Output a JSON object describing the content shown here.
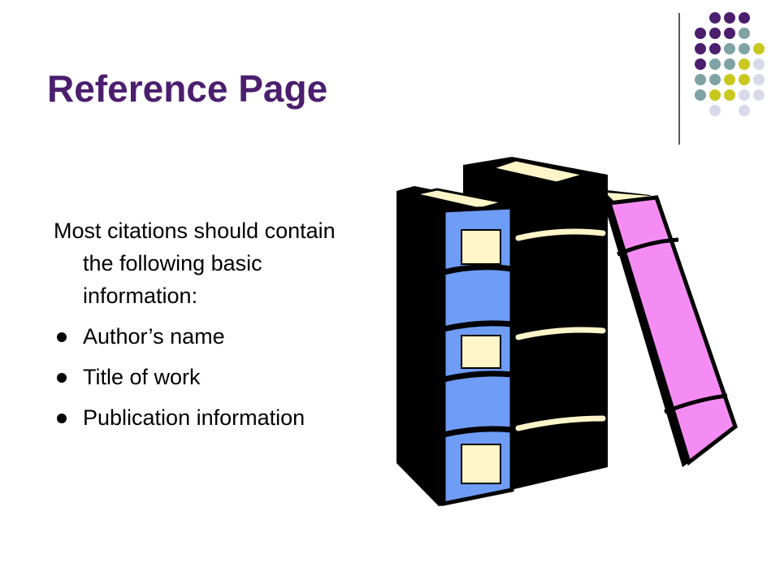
{
  "slide": {
    "title": "Reference Page",
    "intro": "Most citations should contain the following basic information:",
    "bullets": [
      {
        "label": "Author’s name"
      },
      {
        "label": "Title of work"
      },
      {
        "label": "Publication information"
      }
    ]
  },
  "colors": {
    "title": "#4b1e6e",
    "dot_purple": "#4b1e6e",
    "dot_teal": "#7fa2a5",
    "dot_lime": "#c8c81e",
    "dot_lavender": "#d9d9ec",
    "book_blue": "#6f9cf5",
    "book_pink": "#f58cf3",
    "book_black": "#000000",
    "book_cream": "#fff5c8"
  },
  "decorations": {
    "dot_grid_icon": "dot-grid-icon",
    "books_icon": "books-clipart-icon"
  }
}
